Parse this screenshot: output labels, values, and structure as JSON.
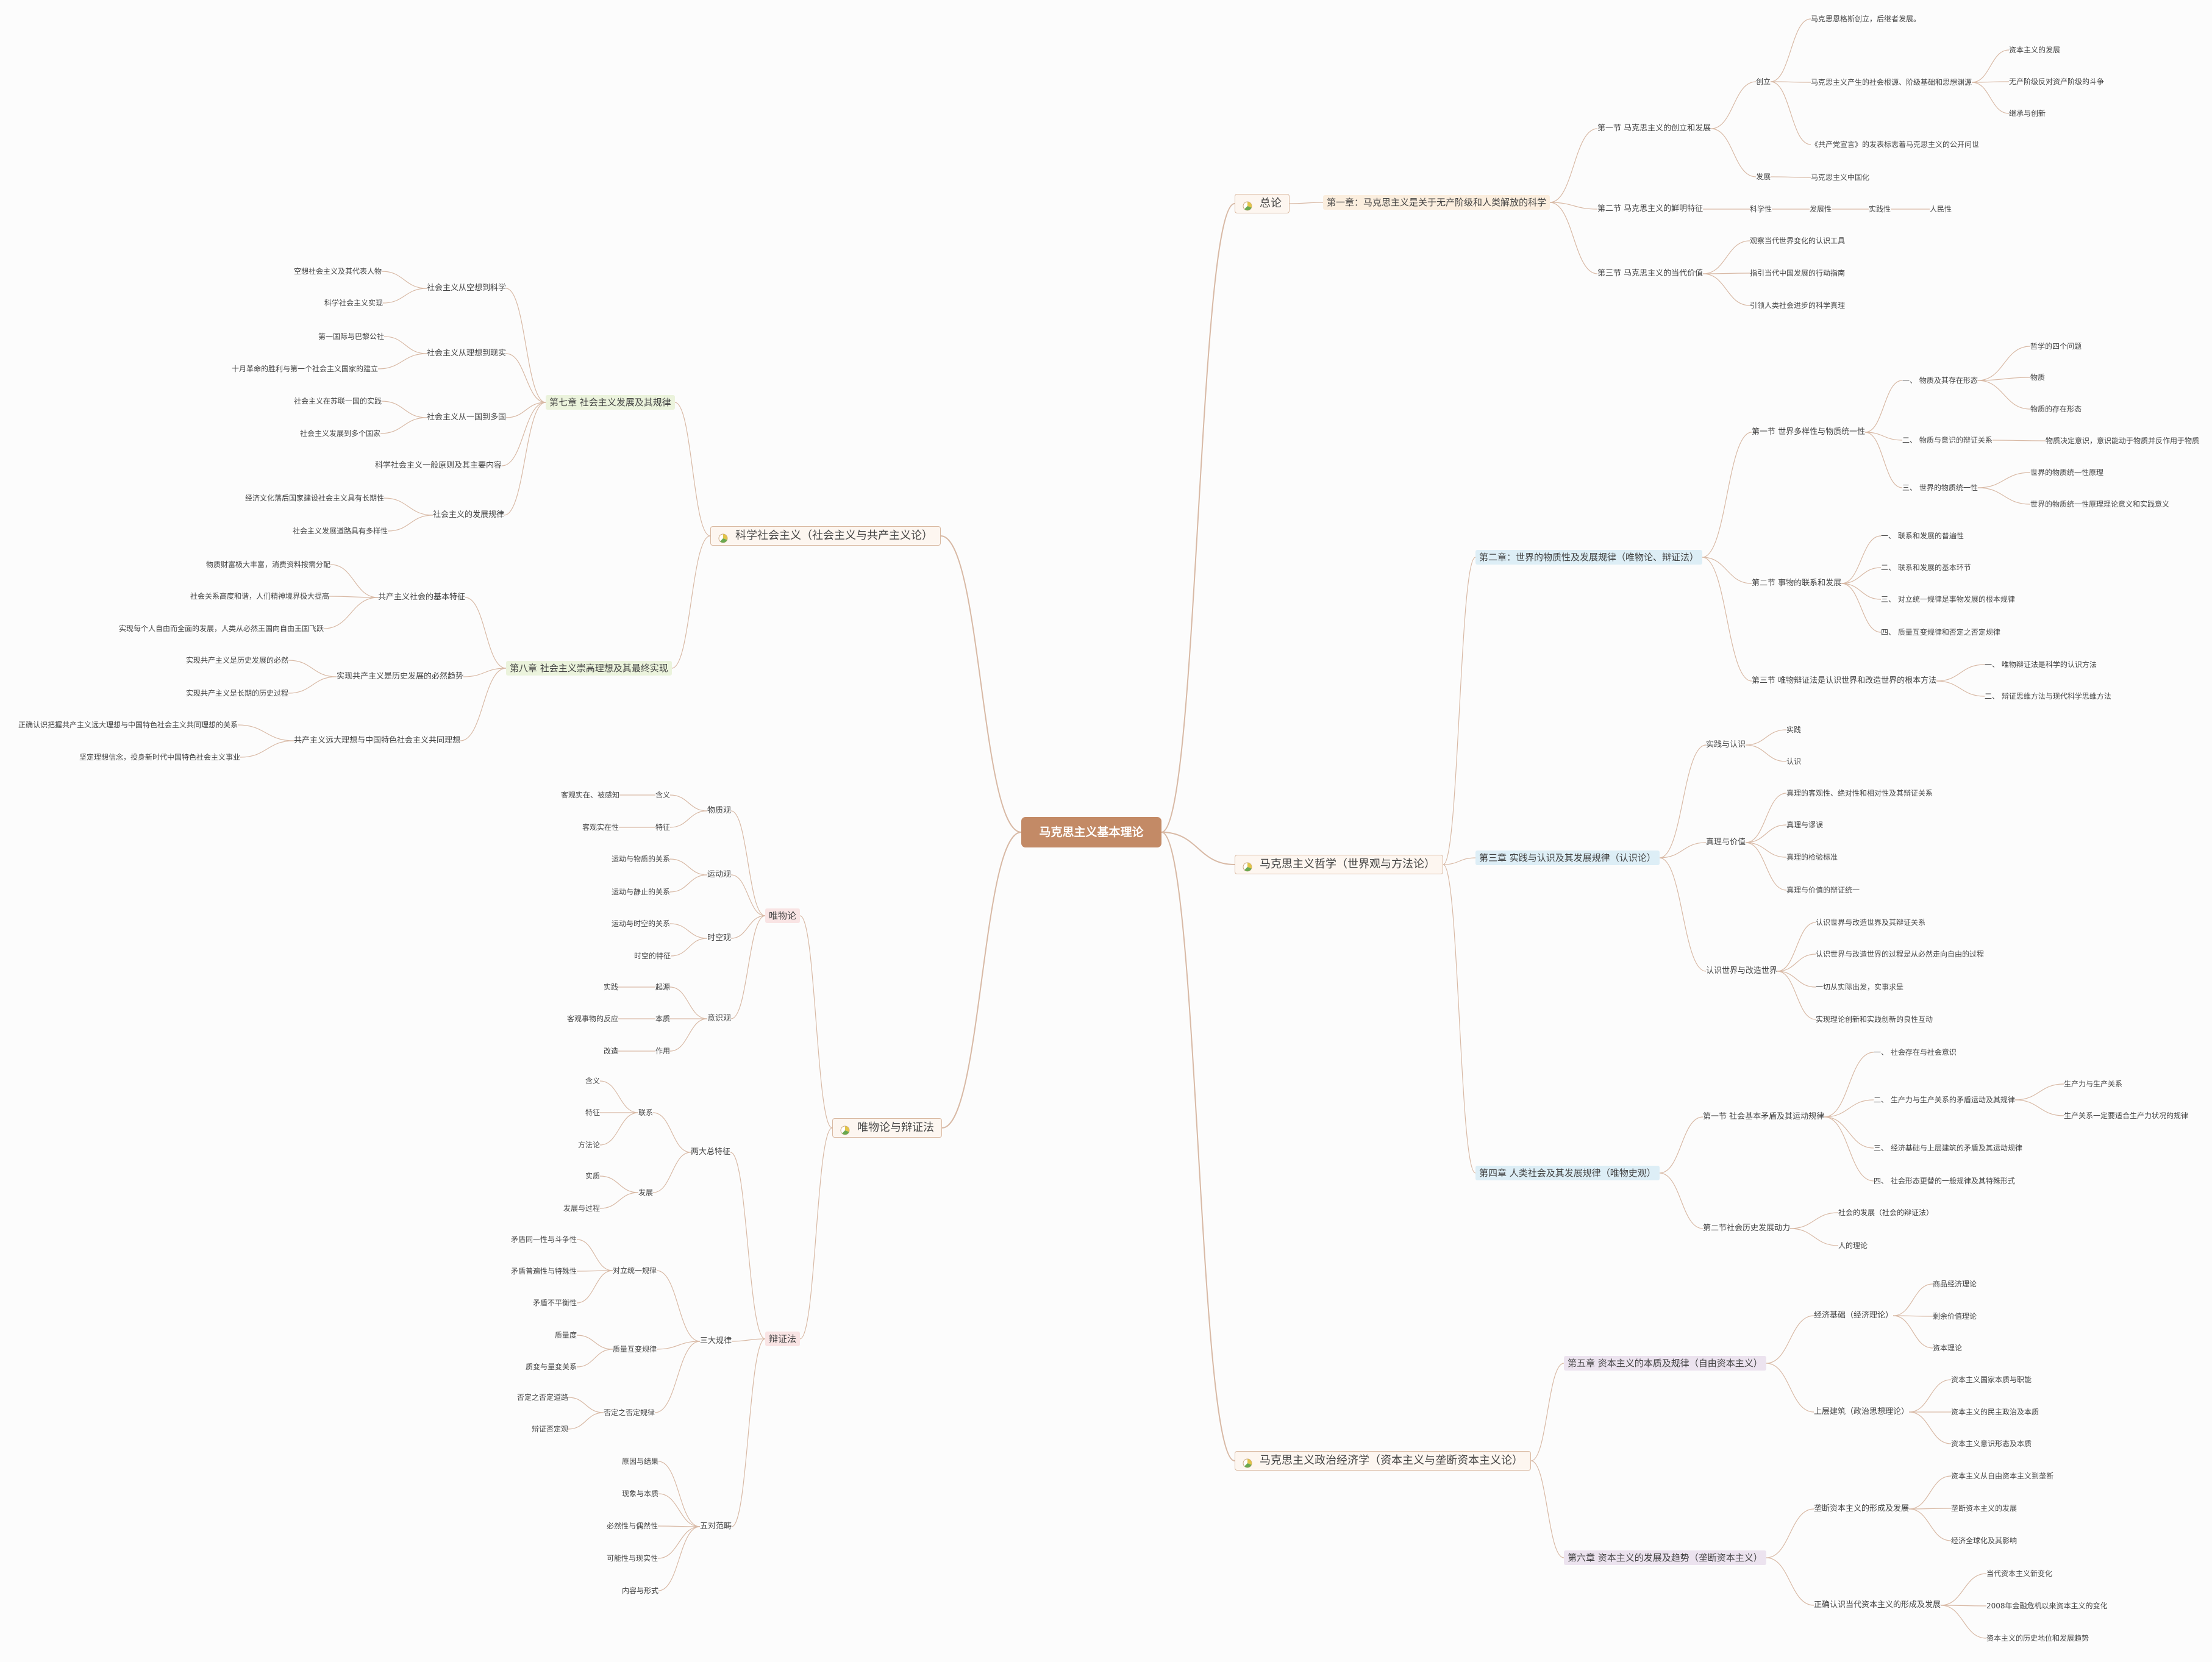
{
  "root": "马克思主义基本理论",
  "colors": {
    "link": "#d8b9a5",
    "root_bg": "#c38a66"
  },
  "right": [
    {
      "label": "总论",
      "children": [
        {
          "label": "第一章：马克思主义是关于无产阶级和人类解放的科学",
          "children": [
            {
              "label": "第一节 马克思主义的创立和发展",
              "children": [
                {
                  "label": "创立",
                  "children": [
                    {
                      "label": "马克思恩格斯创立，后继者发展。"
                    },
                    {
                      "label": "马克思主义产生的社会根源、阶级基础和思想渊源",
                      "children": [
                        {
                          "label": "资本主义的发展"
                        },
                        {
                          "label": "无产阶级反对资产阶级的斗争"
                        },
                        {
                          "label": "继承与创新"
                        }
                      ]
                    },
                    {
                      "label": "《共产党宣言》的发表标志着马克思主义的公开问世"
                    }
                  ]
                },
                {
                  "label": "发展",
                  "children": [
                    {
                      "label": "马克思主义中国化"
                    }
                  ]
                }
              ]
            },
            {
              "label": "第二节 马克思主义的鲜明特征",
              "children": [
                {
                  "label": "科学性",
                  "children": [
                    {
                      "label": "发展性",
                      "children": [
                        {
                          "label": "实践性",
                          "children": [
                            {
                              "label": "人民性"
                            }
                          ]
                        }
                      ]
                    }
                  ]
                }
              ]
            },
            {
              "label": "第三节 马克思主义的当代价值",
              "children": [
                {
                  "label": "观察当代世界变化的认识工具"
                },
                {
                  "label": "指引当代中国发展的行动指南"
                },
                {
                  "label": "引领人类社会进步的科学真理"
                }
              ]
            }
          ]
        }
      ]
    },
    {
      "label": "马克思主义哲学（世界观与方法论）",
      "children": [
        {
          "label": "第二章：世界的物质性及发展规律（唯物论、辩证法）",
          "children": [
            {
              "label": "第一节 世界多样性与物质统一性",
              "children": [
                {
                  "label": "一、 物质及其存在形态",
                  "children": [
                    {
                      "label": "哲学的四个问题"
                    },
                    {
                      "label": "物质"
                    },
                    {
                      "label": "物质的存在形态"
                    }
                  ]
                },
                {
                  "label": "二、 物质与意识的辩证关系",
                  "children": [
                    {
                      "label": "物质决定意识，意识能动于物质并反作用于物质"
                    }
                  ]
                },
                {
                  "label": "三、 世界的物质统一性",
                  "children": [
                    {
                      "label": "世界的物质统一性原理"
                    },
                    {
                      "label": "世界的物质统一性原理理论意义和实践意义"
                    }
                  ]
                }
              ]
            },
            {
              "label": "第二节 事物的联系和发展",
              "children": [
                {
                  "label": "一、 联系和发展的普遍性"
                },
                {
                  "label": "二、 联系和发展的基本环节"
                },
                {
                  "label": "三、 对立统一规律是事物发展的根本规律"
                },
                {
                  "label": "四、 质量互变规律和否定之否定规律"
                }
              ]
            },
            {
              "label": "第三节 唯物辩证法是认识世界和改造世界的根本方法",
              "children": [
                {
                  "label": "一、 唯物辩证法是科学的认识方法"
                },
                {
                  "label": "二、 辩证思维方法与现代科学思维方法"
                }
              ]
            }
          ]
        },
        {
          "label": "第三章 实践与认识及其发展规律（认识论）",
          "children": [
            {
              "label": "实践与认识",
              "children": [
                {
                  "label": "实践"
                },
                {
                  "label": "认识"
                }
              ]
            },
            {
              "label": "真理与价值",
              "children": [
                {
                  "label": "真理的客观性、绝对性和相对性及其辩证关系"
                },
                {
                  "label": "真理与谬误"
                },
                {
                  "label": "真理的检验标准"
                },
                {
                  "label": "真理与价值的辩证统一"
                }
              ]
            },
            {
              "label": "认识世界与改造世界",
              "children": [
                {
                  "label": "认识世界与改造世界及其辩证关系"
                },
                {
                  "label": "认识世界与改造世界的过程是从必然走向自由的过程"
                },
                {
                  "label": "一切从实际出发，实事求是"
                },
                {
                  "label": "实现理论创新和实践创新的良性互动"
                }
              ]
            }
          ]
        },
        {
          "label": "第四章 人类社会及其发展规律（唯物史观）",
          "children": [
            {
              "label": "第一节 社会基本矛盾及其运动规律",
              "children": [
                {
                  "label": "一、 社会存在与社会意识"
                },
                {
                  "label": "二、 生产力与生产关系的矛盾运动及其规律",
                  "children": [
                    {
                      "label": "生产力与生产关系"
                    },
                    {
                      "label": "生产关系一定要适合生产力状况的规律"
                    }
                  ]
                },
                {
                  "label": "三、 经济基础与上层建筑的矛盾及其运动规律"
                },
                {
                  "label": "四、 社会形态更替的一般规律及其特殊形式"
                }
              ]
            },
            {
              "label": "第二节社会历史发展动力",
              "children": [
                {
                  "label": "社会的发展（社会的辩证法）"
                },
                {
                  "label": "人的理论"
                }
              ]
            }
          ]
        }
      ]
    },
    {
      "label": "马克思主义政治经济学（资本主义与垄断资本主义论）",
      "children": [
        {
          "label": "第五章 资本主义的本质及规律（自由资本主义）",
          "children": [
            {
              "label": "经济基础（经济理论）",
              "children": [
                {
                  "label": "商品经济理论"
                },
                {
                  "label": "剩余价值理论"
                },
                {
                  "label": "资本理论"
                }
              ]
            },
            {
              "label": "上层建筑（政治思想理论）",
              "children": [
                {
                  "label": "资本主义国家本质与职能"
                },
                {
                  "label": "资本主义的民主政治及本质"
                },
                {
                  "label": "资本主义意识形态及本质"
                }
              ]
            }
          ]
        },
        {
          "label": "第六章 资本主义的发展及趋势（垄断资本主义）",
          "children": [
            {
              "label": "垄断资本主义的形成及发展",
              "children": [
                {
                  "label": "资本主义从自由资本主义到垄断"
                },
                {
                  "label": "垄断资本主义的发展"
                },
                {
                  "label": "经济全球化及其影响"
                }
              ]
            },
            {
              "label": "正确认识当代资本主义的形成及发展",
              "children": [
                {
                  "label": "当代资本主义新变化"
                },
                {
                  "label": "2008年金融危机以来资本主义的变化"
                },
                {
                  "label": "资本主义的历史地位和发展趋势"
                }
              ]
            }
          ]
        }
      ]
    }
  ],
  "left": [
    {
      "label": "科学社会主义（社会主义与共产主义论）",
      "children": [
        {
          "label": "第七章 社会主义发展及其规律",
          "children": [
            {
              "label": "社会主义从空想到科学",
              "children": [
                {
                  "label": "空想社会主义及其代表人物"
                },
                {
                  "label": "科学社会主义实现"
                }
              ]
            },
            {
              "label": "社会主义从理想到现实",
              "children": [
                {
                  "label": "第一国际与巴黎公社"
                },
                {
                  "label": "十月革命的胜利与第一个社会主义国家的建立"
                }
              ]
            },
            {
              "label": "社会主义从一国到多国",
              "children": [
                {
                  "label": "社会主义在苏联一国的实践"
                },
                {
                  "label": "社会主义发展到多个国家"
                }
              ]
            },
            {
              "label": "科学社会主义一般原则及其主要内容"
            },
            {
              "label": "社会主义的发展规律",
              "children": [
                {
                  "label": "经济文化落后国家建设社会主义具有长期性"
                },
                {
                  "label": "社会主义发展道路具有多样性"
                }
              ]
            }
          ]
        },
        {
          "label": "第八章 社会主义崇高理想及其最终实现",
          "children": [
            {
              "label": "共产主义社会的基本特征",
              "children": [
                {
                  "label": "物质财富极大丰富，消费资料按需分配"
                },
                {
                  "label": "社会关系高度和谐，人们精神境界极大提高"
                },
                {
                  "label": "实现每个人自由而全面的发展，人类从必然王国向自由王国飞跃"
                }
              ]
            },
            {
              "label": "实现共产主义是历史发展的必然趋势",
              "children": [
                {
                  "label": "实现共产主义是历史发展的必然"
                },
                {
                  "label": "实现共产主义是长期的历史过程"
                }
              ]
            },
            {
              "label": "共产主义远大理想与中国特色社会主义共同理想",
              "children": [
                {
                  "label": "正确认识把握共产主义远大理想与中国特色社会主义共同理想的关系"
                },
                {
                  "label": "坚定理想信念，投身新时代中国特色社会主义事业"
                }
              ]
            }
          ]
        }
      ]
    },
    {
      "label": "唯物论与辩证法",
      "children": [
        {
          "label": "唯物论",
          "children": [
            {
              "label": "物质观",
              "children": [
                {
                  "label": "含义",
                  "children": [
                    {
                      "label": "客观实在、被感知"
                    }
                  ]
                },
                {
                  "label": "特征",
                  "children": [
                    {
                      "label": "客观实在性"
                    }
                  ]
                }
              ]
            },
            {
              "label": "运动观",
              "children": [
                {
                  "label": "运动与物质的关系"
                },
                {
                  "label": "运动与静止的关系"
                }
              ]
            },
            {
              "label": "时空观",
              "children": [
                {
                  "label": "运动与时空的关系"
                },
                {
                  "label": "时空的特征"
                }
              ]
            },
            {
              "label": "意识观",
              "children": [
                {
                  "label": "起源",
                  "children": [
                    {
                      "label": "实践"
                    }
                  ]
                },
                {
                  "label": "本质",
                  "children": [
                    {
                      "label": "客观事物的反应"
                    }
                  ]
                },
                {
                  "label": "作用",
                  "children": [
                    {
                      "label": "改造"
                    }
                  ]
                }
              ]
            }
          ]
        },
        {
          "label": "辩证法",
          "children": [
            {
              "label": "两大总特征",
              "children": [
                {
                  "label": "联系",
                  "children": [
                    {
                      "label": "含义"
                    },
                    {
                      "label": "特征"
                    },
                    {
                      "label": "方法论"
                    }
                  ]
                },
                {
                  "label": "发展",
                  "children": [
                    {
                      "label": "实质"
                    },
                    {
                      "label": "发展与过程"
                    }
                  ]
                }
              ]
            },
            {
              "label": "三大规律",
              "children": [
                {
                  "label": "对立统一规律",
                  "children": [
                    {
                      "label": "矛盾同一性与斗争性"
                    },
                    {
                      "label": "矛盾普遍性与特殊性"
                    },
                    {
                      "label": "矛盾不平衡性"
                    }
                  ]
                },
                {
                  "label": "质量互变规律",
                  "children": [
                    {
                      "label": "质量度"
                    },
                    {
                      "label": "质变与量变关系"
                    }
                  ]
                },
                {
                  "label": "否定之否定规律",
                  "children": [
                    {
                      "label": "否定之否定道路"
                    },
                    {
                      "label": "辩证否定观"
                    }
                  ]
                }
              ]
            },
            {
              "label": "五对范畴",
              "children": [
                {
                  "label": "原因与结果"
                },
                {
                  "label": "现象与本质"
                },
                {
                  "label": "必然性与偶然性"
                },
                {
                  "label": "可能性与现实性"
                },
                {
                  "label": "内容与形式"
                }
              ]
            }
          ]
        }
      ]
    }
  ]
}
